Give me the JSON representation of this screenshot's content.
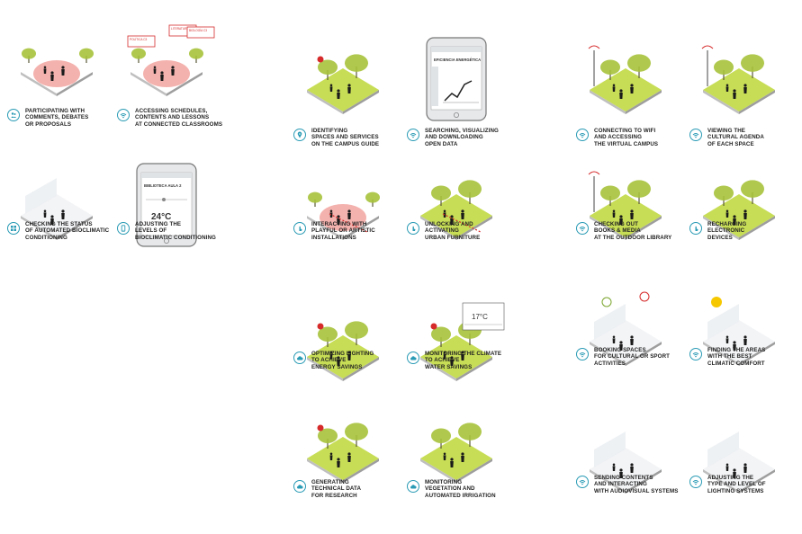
{
  "colors": {
    "green": "#c7dd55",
    "pink": "#f2a5a0",
    "red": "#d62a2a",
    "tree": "#a6c23a",
    "teal": "#2a9bb5",
    "grey": "#d8dde3"
  },
  "items": [
    {
      "id": "participating",
      "label": "PARTICIPATING WITH\nCOMMENTS, DEBATES\nOR PROPOSALS",
      "icon": "people-icon",
      "ground": "pink"
    },
    {
      "id": "accessing",
      "label": "ACCESSING SCHEDULES,\nCONTENTS AND LESSONS\nAT CONNECTED CLASSROOMS",
      "icon": "wifi-icon",
      "ground": "pink",
      "tags": [
        "LITERATURA C4",
        "BIOLOGÍA C3",
        "POLÍTICA C3"
      ]
    },
    {
      "id": "identifying",
      "label": "IDENTIFYING\nSPACES AND SERVICES\nON THE CAMPUS GUIDE",
      "icon": "location-icon",
      "ground": "green"
    },
    {
      "id": "searching",
      "label": "SEARCHING, VISUALIZING\nAND DOWNLOADING\nOPEN DATA",
      "icon": "wifi-icon",
      "ground": "phone",
      "screen_title": "EFICIENCIA ENERGÉTICA"
    },
    {
      "id": "connecting",
      "label": "CONNECTING TO WIFI\nAND ACCESSING\nTHE VIRTUAL CAMPUS",
      "icon": "wifi-icon",
      "ground": "green"
    },
    {
      "id": "viewing",
      "label": "VIEWING THE\nCULTURAL AGENDA\nOF EACH SPACE",
      "icon": "wifi-icon",
      "ground": "green"
    },
    {
      "id": "checking-status",
      "label": "CHECKING THE STATUS\nOF AUTOMATED BIOCLIMATIC\nCONDITIONING",
      "icon": "grid-icon",
      "ground": "grey"
    },
    {
      "id": "adjusting-levels",
      "label": "ADJUSTING THE\nLEVELS OF\nBIOCLIMATIC CONDITIONING",
      "icon": "phone-icon",
      "ground": "phone",
      "screen_title": "BIBLIOTECA AULA 2",
      "temp": "24°C"
    },
    {
      "id": "interacting",
      "label": "INTERACTING WITH\nPLAYFUL OR ARTISTIC\nINSTALLATIONS",
      "icon": "touch-icon",
      "ground": "pink"
    },
    {
      "id": "unlocking",
      "label": "UNLOCKING AND\nACTIVATING\nURBAN FURNITURE",
      "icon": "touch-icon",
      "ground": "green"
    },
    {
      "id": "checking-books",
      "label": "CHECKING OUT\nBOOKS & MEDIA\nAT THE OUTDOOR LIBRARY",
      "icon": "wifi-icon",
      "ground": "green"
    },
    {
      "id": "recharging",
      "label": "RECHARGING\nELECTRONIC\nDEVICES",
      "icon": "touch-icon",
      "ground": "green"
    },
    {
      "id": "optimizing",
      "label": "OPTIMIZING LIGHTING\nTO ACHIEVE\nENERGY SAVINGS",
      "icon": "cloud-icon",
      "ground": "green"
    },
    {
      "id": "monitoring-climate",
      "label": "MONITORING THE CLIMATE\nTO ACHIEVE\nWATER SAVINGS",
      "icon": "cloud-icon",
      "ground": "green",
      "temp": "17°C"
    },
    {
      "id": "booking",
      "label": "BOOKING SPACES\nFOR CULTURAL OR SPORT\nACTIVITIES",
      "icon": "wifi-icon",
      "ground": "grey"
    },
    {
      "id": "finding",
      "label": "FINDING THE AREAS\nWITH THE BEST\nCLIMATIC COMFORT",
      "icon": "wifi-icon",
      "ground": "grey"
    },
    {
      "id": "generating",
      "label": "GENERATING\nTECHNICAL DATA\nFOR RESEARCH",
      "icon": "cloud-icon",
      "ground": "green"
    },
    {
      "id": "monitoring-veg",
      "label": "MONITORING\nVEGETATION AND\nAUTOMATED IRRIGATION",
      "icon": "cloud-icon",
      "ground": "green"
    },
    {
      "id": "sending",
      "label": "SENDING CONTENTS\nAND INTERACTING\nWITH AUDIOVISUAL SYSTEMS",
      "icon": "wifi-icon",
      "ground": "grey"
    },
    {
      "id": "adjusting-lighting",
      "label": "ADJUSTING THE\nTYPE AND LEVEL OF\nLIGHTING SYSTEMS",
      "icon": "wifi-icon",
      "ground": "grey"
    }
  ]
}
